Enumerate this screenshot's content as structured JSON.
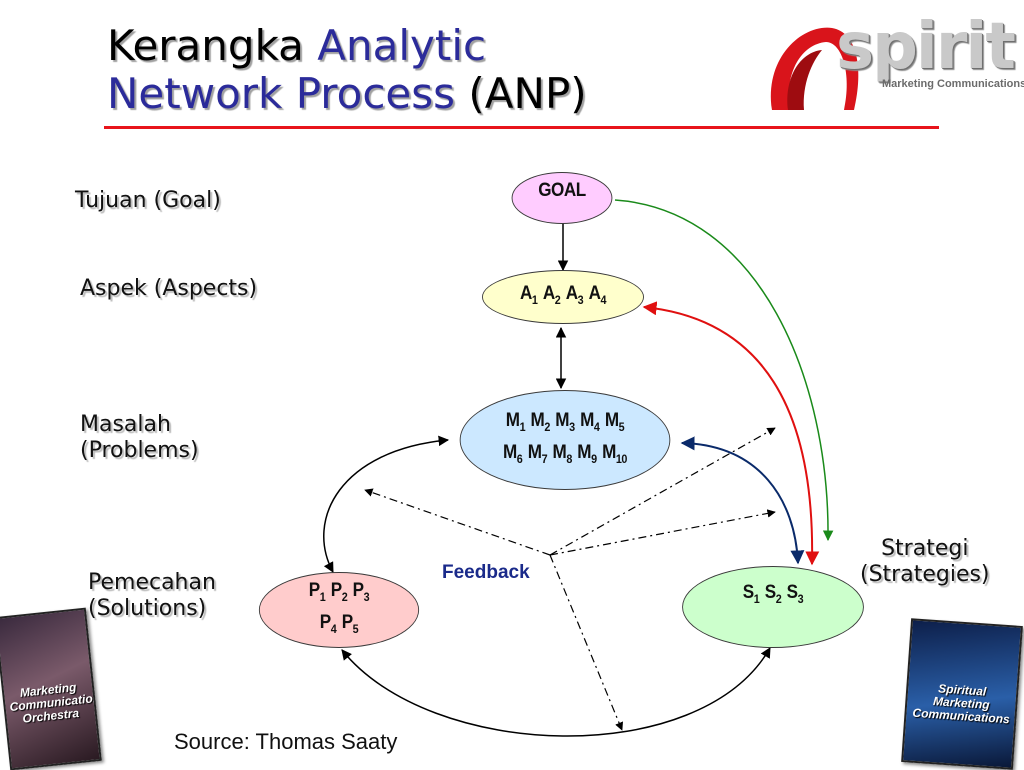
{
  "header": {
    "title_line1_plain": "Kerangka",
    "title_line1_accent": "Analytic",
    "title_line2_accent": "Network Process",
    "title_line2_plain": "(ANP)"
  },
  "logo": {
    "wordmark": "spirit",
    "tagline": "Marketing Communications"
  },
  "levels": {
    "goal": "Tujuan (Goal)",
    "aspects": "Aspek (Aspects)",
    "problems_line1": "Masalah",
    "problems_line2": "(Problems)",
    "solutions_line1": "Pemecahan",
    "solutions_line2": "(Solutions)",
    "strategies_line1": "Strategi",
    "strategies_line2": "(Strategies)"
  },
  "nodes": {
    "goal": "GOAL",
    "aspects": [
      [
        "A",
        "1"
      ],
      [
        "A",
        "2"
      ],
      [
        "A",
        "3"
      ],
      [
        "A",
        "4"
      ]
    ],
    "problems_row1": [
      [
        "M",
        "1"
      ],
      [
        "M",
        "2"
      ],
      [
        "M",
        "3"
      ],
      [
        "M",
        "4"
      ],
      [
        "M",
        "5"
      ]
    ],
    "problems_row2": [
      [
        "M",
        "6"
      ],
      [
        "M",
        "7"
      ],
      [
        "M",
        "8"
      ],
      [
        "M",
        "9"
      ],
      [
        "M",
        "10"
      ]
    ],
    "solutions_row1": [
      [
        "P",
        "1"
      ],
      [
        "P",
        "2"
      ],
      [
        "P",
        "3"
      ]
    ],
    "solutions_row2": [
      [
        "P",
        "4"
      ],
      [
        "P",
        "5"
      ]
    ],
    "strategies": [
      [
        "S",
        "1"
      ],
      [
        "S",
        "2"
      ],
      [
        "S",
        "3"
      ]
    ]
  },
  "feedback_label": "Feedback",
  "source": "Source: Thomas Saaty",
  "books": {
    "left_title": "Marketing Communications Orchestra",
    "right_title": "Spiritual Marketing Communications"
  },
  "colors": {
    "title_accent": "#2b2b9a",
    "rule": "#e8141b",
    "goal_fill": "#ffccff",
    "aspects_fill": "#ffffcc",
    "problems_fill": "#cce8ff",
    "solutions_fill": "#ffcccc",
    "strategies_fill": "#ccffcc",
    "arrow_green": "#1a8a1a",
    "arrow_red": "#e01010",
    "arrow_navy": "#0a2a6a"
  }
}
